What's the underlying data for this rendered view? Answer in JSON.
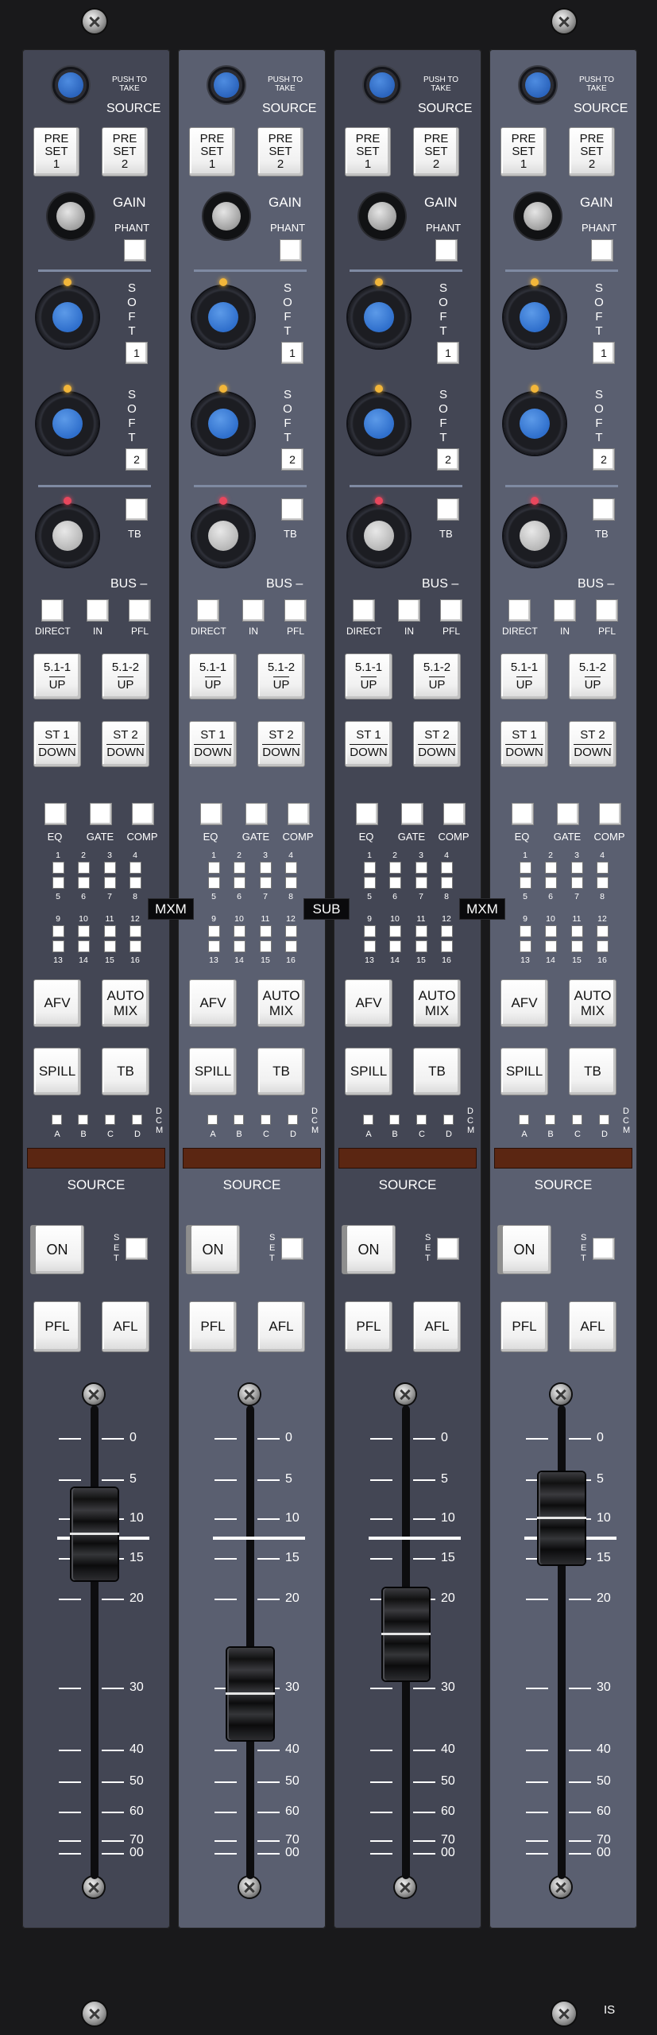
{
  "panel_corner_label": "IS",
  "strip_colors": [
    "#434654",
    "#5a5f70",
    "#434654",
    "#5a5f70"
  ],
  "bus_badges": [
    {
      "label": "MXM",
      "after_strip": 0
    },
    {
      "label": "SUB",
      "after_strip": 1
    },
    {
      "label": "MXM",
      "after_strip": 2
    }
  ],
  "strip": {
    "source_push_label": "PUSH TO TAKE",
    "source_label": "SOURCE",
    "preset_buttons": [
      {
        "top": "PRE",
        "mid": "SET",
        "bottom": "1"
      },
      {
        "top": "PRE",
        "mid": "SET",
        "bottom": "2"
      }
    ],
    "gain_label": "GAIN",
    "phant_label": "PHANT",
    "soft_label": "SOFT",
    "soft_keys": [
      "1",
      "2"
    ],
    "tb_label": "TB",
    "bus_label": "BUS –",
    "route_labels": [
      "DIRECT",
      "IN",
      "PFL"
    ],
    "upmix_buttons": [
      {
        "top": "5.1-1",
        "bottom": "UP"
      },
      {
        "top": "5.1-2",
        "bottom": "UP"
      }
    ],
    "downmix_buttons": [
      {
        "top": "ST 1",
        "bottom": "DOWN"
      },
      {
        "top": "ST 2",
        "bottom": "DOWN"
      }
    ],
    "dyn_labels": [
      "EQ",
      "GATE",
      "COMP"
    ],
    "mix_numbers": [
      "1",
      "2",
      "3",
      "4",
      "5",
      "6",
      "7",
      "8",
      "9",
      "10",
      "11",
      "12",
      "13",
      "14",
      "15",
      "16"
    ],
    "afv_label": "AFV",
    "automix_top": "AUTO",
    "automix_bottom": "MIX",
    "spill_label": "SPILL",
    "tb_button_label": "TB",
    "dcm_letters": [
      "A",
      "B",
      "C",
      "D"
    ],
    "dcm_vertical": "DCM",
    "source_display_label": "SOURCE",
    "on_label": "ON",
    "set_label": "SET",
    "pfl_label": "PFL",
    "afl_label": "AFL",
    "fader_scale": [
      "0",
      "5",
      "10",
      "15",
      "20",
      "30",
      "40",
      "50",
      "60",
      "70",
      "00"
    ]
  },
  "fader_levels_db": [
    12,
    31,
    24,
    10
  ],
  "colors": {
    "encoder_cap_blue": "#2f6fcc",
    "soft_led": "#f2b63a",
    "bus_led": "#e8475d",
    "bus_cap_gray": "#b3b3b3",
    "source_display": "#5b2612"
  }
}
